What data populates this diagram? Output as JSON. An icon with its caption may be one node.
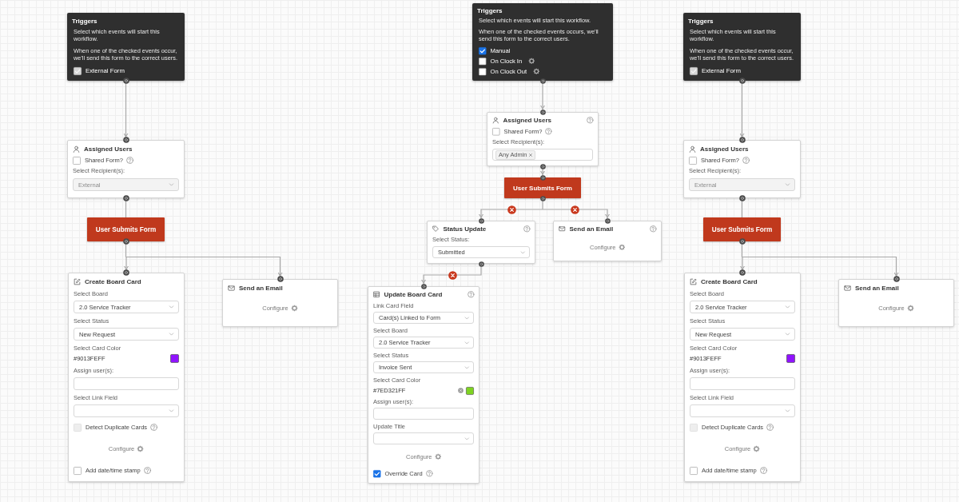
{
  "diagram": {
    "nodes": [
      {
        "text": [
          "Triggers",
          "Select which events will start this workflow.",
          "When one of the checked events occur, we'll send this form to the correct users.",
          "External Form"
        ]
      },
      {
        "text": [
          "Assigned Users",
          "Shared Form?",
          "Select Recipient(s):",
          "External"
        ]
      },
      {
        "text": [
          "User Submits Form"
        ]
      },
      {
        "text": [
          "Create Board Card",
          "Select Board",
          "2.0 Service Tracker",
          "Select Status",
          "New Request",
          "Select Card Color",
          "#9013FEFF",
          "Assign user(s):",
          "Select Link Field",
          "Detect Duplicate Cards",
          "Configure",
          "Add date/time stamp"
        ]
      },
      {
        "text": [
          "Send an Email",
          "Configure"
        ]
      },
      {
        "text": [
          "Triggers",
          "Select which events will start this workflow.",
          "When one of the checked events occurs, we'll send this form to the correct users.",
          "Manual",
          "On Clock In",
          "On Clock Out"
        ]
      },
      {
        "text": [
          "Assigned Users",
          "Shared Form?",
          "Select Recipient(s):",
          "Any Admin"
        ]
      },
      {
        "text": [
          "User Submits Form"
        ]
      },
      {
        "text": [
          "Status Update",
          "Select Status:",
          "Submitted"
        ]
      },
      {
        "text": [
          "Send an Email",
          "Configure"
        ]
      },
      {
        "text": [
          "Update Board Card",
          "Link Card Field",
          "Card(s) Linked to Form",
          "Select Board",
          "2.0 Service Tracker",
          "Select Status",
          "Invoice Sent",
          "Select Card Color",
          "#7ED321FF",
          "Assign user(s):",
          "Update Title",
          "Configure",
          "Override Card"
        ]
      },
      {
        "text": [
          "Triggers",
          "Select which events will start this workflow.",
          "When one of the checked events occur, we'll send this form to the correct users.",
          "External Form"
        ]
      },
      {
        "text": [
          "Assigned Users",
          "Shared Form?",
          "Select Recipient(s):",
          "External"
        ]
      },
      {
        "text": [
          "User Submits Form"
        ]
      },
      {
        "text": [
          "Create Board Card",
          "Select Board",
          "2.0 Service Tracker",
          "Select Status",
          "New Request",
          "Select Card Color",
          "#9013FEFF",
          "Assign user(s):",
          "Select Link Field",
          "Detect Duplicate Cards",
          "Configure",
          "Add date/time stamp"
        ]
      },
      {
        "text": [
          "Send an Email",
          "Configure"
        ]
      }
    ],
    "edges": [
      {
        "from": 0,
        "to": 1,
        "arrow": "to"
      },
      {
        "from": 1,
        "to": 2,
        "arrow": "none"
      },
      {
        "from": 2,
        "to": 3,
        "arrow": "to"
      },
      {
        "from": 2,
        "to": 4,
        "arrow": "to"
      },
      {
        "from": 5,
        "to": 6,
        "arrow": "to"
      },
      {
        "from": 6,
        "to": 7,
        "arrow": "to"
      },
      {
        "from": 7,
        "to": 8,
        "arrow": "to"
      },
      {
        "from": 7,
        "to": 9,
        "arrow": "to"
      },
      {
        "from": 8,
        "to": 10,
        "arrow": "to"
      },
      {
        "from": 11,
        "to": 12,
        "arrow": "to"
      },
      {
        "from": 12,
        "to": 13,
        "arrow": "none"
      },
      {
        "from": 13,
        "to": 14,
        "arrow": "to"
      },
      {
        "from": 13,
        "to": 15,
        "arrow": "to"
      }
    ]
  }
}
